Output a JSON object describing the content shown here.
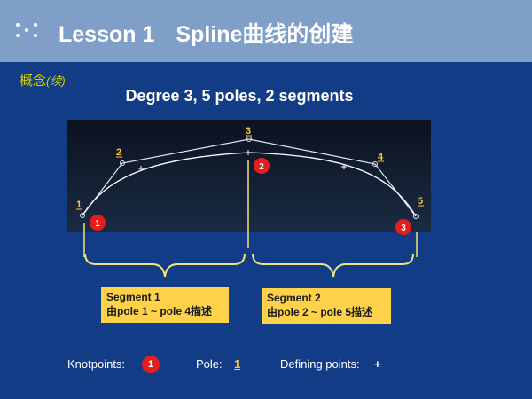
{
  "header": {
    "lesson": "Lesson 1",
    "title": "Spline曲线的创建"
  },
  "concept": {
    "label": "概念",
    "note": "(续)"
  },
  "subtitle": "Degree 3, 5 poles, 2 segments",
  "diagram": {
    "pole_labels": [
      "1",
      "2",
      "3",
      "4",
      "5"
    ],
    "knot_labels": [
      "1",
      "2",
      "3"
    ]
  },
  "segments": [
    {
      "title": "Segment 1",
      "desc": "由pole 1 ~ pole 4描述"
    },
    {
      "title": "Segment 2",
      "desc": "由pole 2 ~ pole 5描述"
    }
  ],
  "legend": {
    "knot_label": "Knotpoints:",
    "knot_sample": "1",
    "pole_label": "Pole:",
    "pole_sample": "1",
    "defining_label": "Defining points:",
    "defining_symbol": "+"
  },
  "colors": {
    "background": "#123d86",
    "header": "#7f9fc9",
    "knot": "#e21e1e",
    "pole_label": "#ffc438",
    "segment_box": "#ffd24a",
    "bracket": "#f2e27a"
  }
}
